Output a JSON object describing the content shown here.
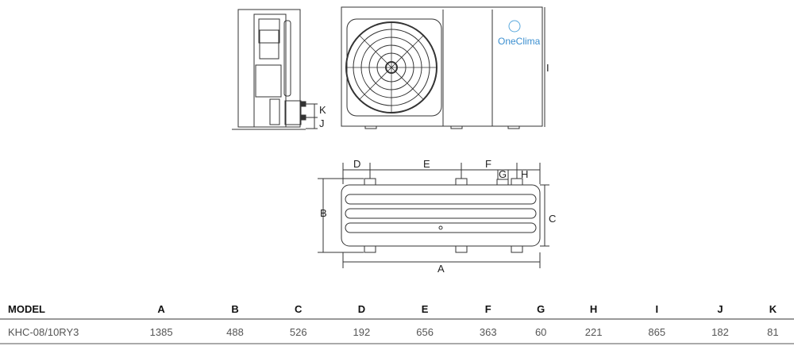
{
  "drawing": {
    "brand_logo": "OneClima",
    "side_view_labels": [
      "K",
      "J"
    ],
    "front_view_labels": [
      "I"
    ],
    "top_view_labels": [
      "D",
      "E",
      "F",
      "G",
      "H",
      "B",
      "C",
      "A"
    ]
  },
  "table": {
    "headers": [
      "MODEL",
      "A",
      "B",
      "C",
      "D",
      "E",
      "F",
      "G",
      "H",
      "I",
      "J",
      "K"
    ],
    "rows": [
      [
        "KHC-08/10RY3",
        "1385",
        "488",
        "526",
        "192",
        "656",
        "363",
        "60",
        "221",
        "865",
        "182",
        "81"
      ]
    ]
  }
}
